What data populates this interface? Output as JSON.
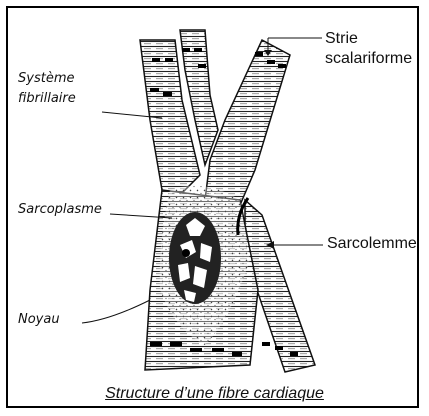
{
  "labels": {
    "systeme_fibrillaire_line1": "Système",
    "systeme_fibrillaire_line2": "fibrillaire",
    "sarcoplasme": "Sarcoplasme",
    "noyau": "Noyau",
    "strie_line1": "Strie",
    "strie_line2": "scalariforme",
    "sarcolemme": "Sarcolemme"
  },
  "caption": "Structure d’une fibre cardiaque"
}
